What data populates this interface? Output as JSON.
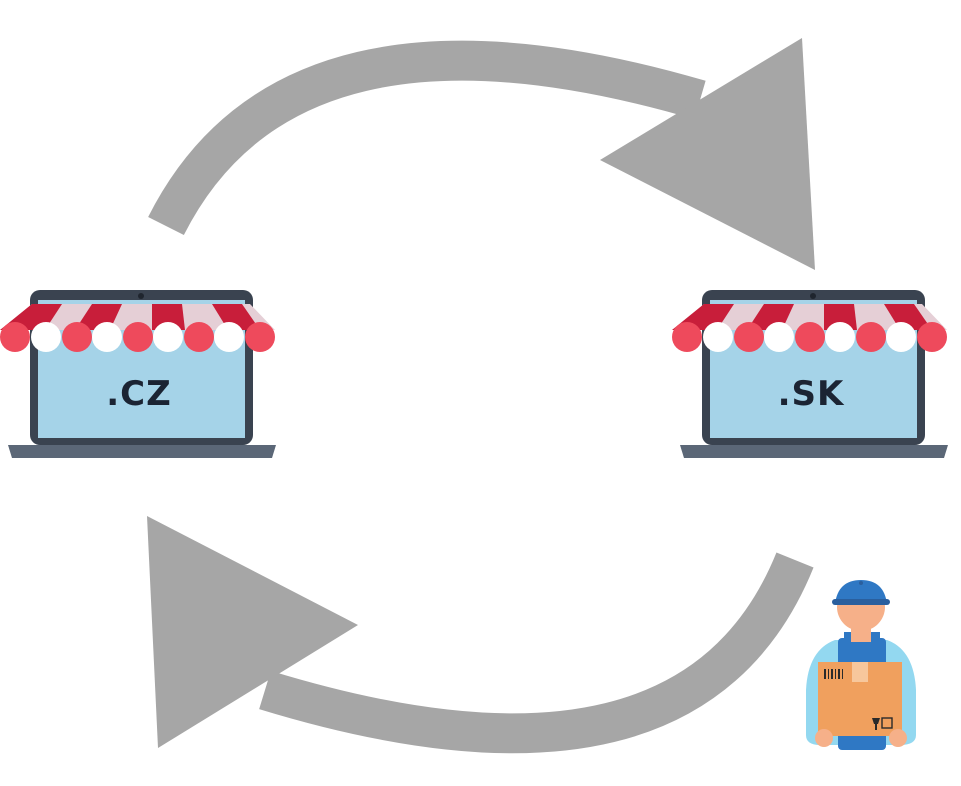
{
  "diagram": {
    "shops": [
      {
        "id": "cz",
        "label": ".CZ"
      },
      {
        "id": "sk",
        "label": ".SK"
      }
    ],
    "colors": {
      "arrow": "#a6a6a6",
      "laptop_frame": "#3a4350",
      "laptop_base": "#5b6777",
      "screen": "#a5d3e8",
      "awning_red": "#c81e3a",
      "awning_pink": "#e5cfd6",
      "scallop_red": "#ee4a5c",
      "scallop_white": "#ffffff",
      "courier_cap": "#2f78c4",
      "courier_skin": "#f6b089",
      "courier_shirt": "#93d8f0",
      "courier_overalls": "#2f78c4",
      "box": "#f0a05e"
    },
    "icons": [
      "cycle-arrow-top-icon",
      "cycle-arrow-bottom-icon",
      "storefront-laptop-icon",
      "courier-with-package-icon"
    ]
  }
}
